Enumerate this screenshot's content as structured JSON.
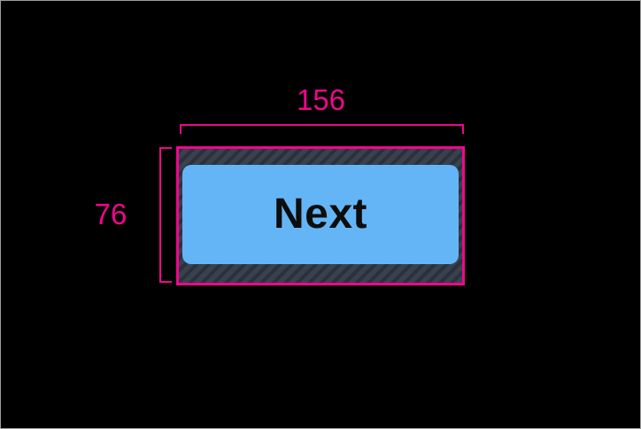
{
  "measurement": {
    "width_label": "156",
    "height_label": "76"
  },
  "element": {
    "button_label": "Next"
  },
  "colors": {
    "guide_pink": "#f0068c",
    "button_blue": "#64b5f6",
    "hatch_base": "#39414e",
    "hatch_stripe": "#2b313c",
    "text_black": "#0d0d0d",
    "canvas_black": "#000000",
    "frame_gray": "#9e9e9e"
  }
}
